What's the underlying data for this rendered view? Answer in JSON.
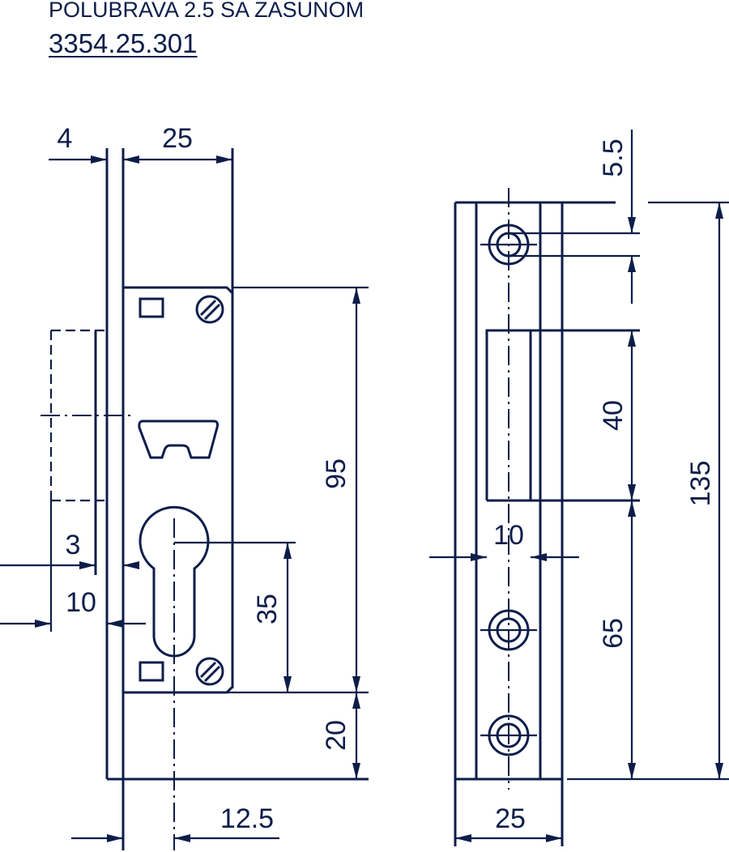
{
  "title": "POLUBRAVA 2.5 SA ZASUNOM",
  "code": "3354.25.301",
  "color": "#0d1d4a",
  "front_view": {
    "dims": {
      "faceplate": "4",
      "body_width": "25",
      "cover_height": "95",
      "bottom": "20",
      "cylinder": "35",
      "latch_offset": "3",
      "latch_projection": "10",
      "backset": "12.5"
    }
  },
  "side_view": {
    "dims": {
      "hole_offset": "5.5",
      "opening_height": "40",
      "opening_width": "10",
      "lower": "65",
      "total_height": "135",
      "width": "25"
    }
  }
}
